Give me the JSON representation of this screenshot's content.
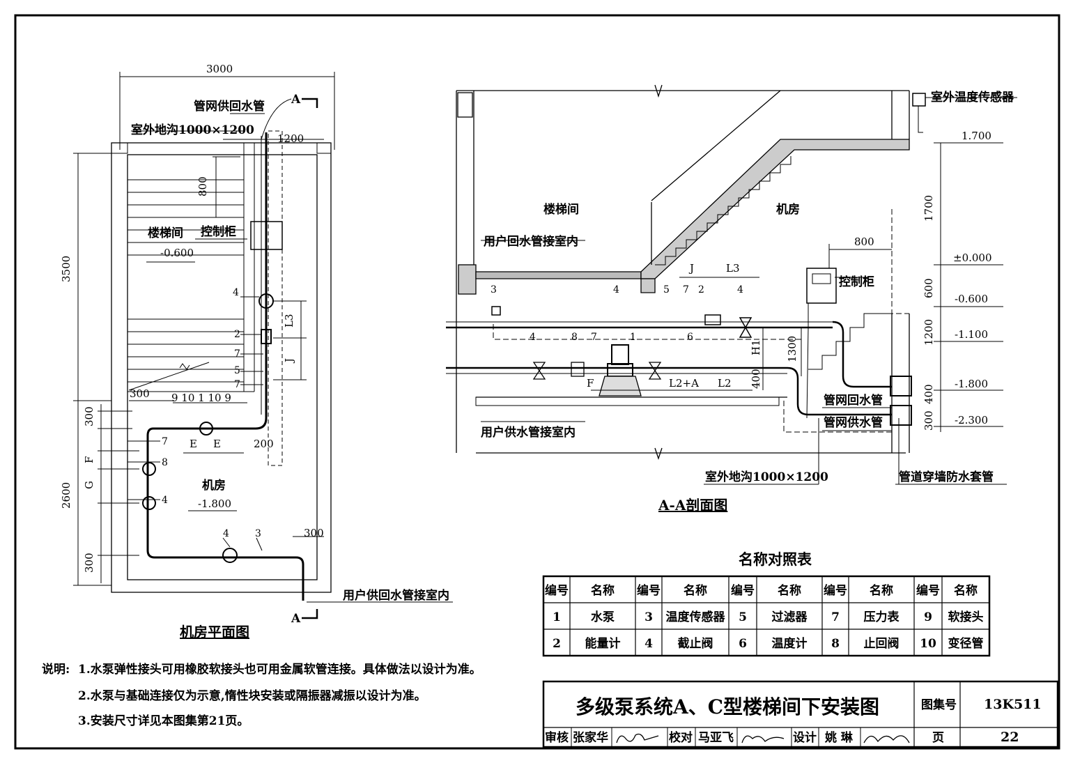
{
  "plan": {
    "title": "机房平面图",
    "dims": {
      "width": "3000",
      "h1": "3500",
      "h2": "2600",
      "d800": "800",
      "d1200": "1200",
      "d300a": "300",
      "d300b": "300",
      "d300c": "300",
      "d300d": "300",
      "d200": "200",
      "F": "F",
      "G": "G",
      "L3": "L3",
      "J": "J",
      "E1": "E",
      "E2": "E",
      "nums_top": "9 10 1 10 9"
    },
    "labels": {
      "trench": "室外地沟1000×1200",
      "supply_return": "管网供回水管",
      "stair": "楼梯间",
      "stair_elev": "-0.600",
      "cabinet": "控制柜",
      "room": "机房",
      "room_elev": "-1.800",
      "user_pipe": "用户供回水管接室内",
      "section_mark": "A"
    },
    "callouts": [
      "4",
      "2",
      "7",
      "5",
      "7",
      "7",
      "8",
      "4",
      "4",
      "3"
    ]
  },
  "section": {
    "title": "A-A剖面图",
    "labels": {
      "sensor": "室外温度传感器",
      "stair": "楼梯间",
      "room": "机房",
      "user_return": "用户回水管接室内",
      "cabinet": "控制柜",
      "net_return": "管网回水管",
      "net_supply": "管网供水管",
      "user_supply": "用户供水管接室内",
      "trench": "室外地沟1000×1200",
      "sleeve": "管道穿墙防水套管"
    },
    "elevations": [
      "1.700",
      "±0.000",
      "-0.600",
      "-1.100",
      "-1.800",
      "-2.300"
    ],
    "dims": {
      "d1700": "1700",
      "d600": "600",
      "d1200": "1200",
      "d400": "400",
      "d300": "300",
      "d800": "800",
      "d1300": "1300",
      "d400b": "400",
      "J": "J",
      "L3": "L3",
      "H1": "H1",
      "F": "F",
      "L2A": "L2+A",
      "L2": "L2"
    },
    "callouts": [
      "3",
      "4",
      "5",
      "7",
      "2",
      "4",
      "6",
      "4",
      "8",
      "7",
      "1"
    ]
  },
  "notes": {
    "lead": "说明:",
    "items": [
      "1.水泵弹性接头可用橡胶软接头也可用金属软管连接。具体做法以设计为准。",
      "2.水泵与基础连接仅为示意,惰性块安装或隔振器减振以设计为准。",
      "3.安装尺寸详见本图集第21页。"
    ]
  },
  "legend": {
    "title": "名称对照表",
    "headers": [
      "编号",
      "名称",
      "编号",
      "名称",
      "编号",
      "名称",
      "编号",
      "名称",
      "编号",
      "名称"
    ],
    "rows": [
      [
        "1",
        "水泵",
        "3",
        "温度传感器",
        "5",
        "过滤器",
        "7",
        "压力表",
        "9",
        "软接头"
      ],
      [
        "2",
        "能量计",
        "4",
        "截止阀",
        "6",
        "温度计",
        "8",
        "止回阀",
        "10",
        "变径管"
      ]
    ]
  },
  "titleblock": {
    "title": "多级泵系统A、C型楼梯间下安装图",
    "atlas_label": "图集号",
    "atlas_no": "13K511",
    "review": "审核",
    "reviewer": "张家华",
    "check": "校对",
    "checker": "马亚飞",
    "design": "设计",
    "designer": "姚 琳",
    "page_label": "页",
    "page_no": "22"
  }
}
